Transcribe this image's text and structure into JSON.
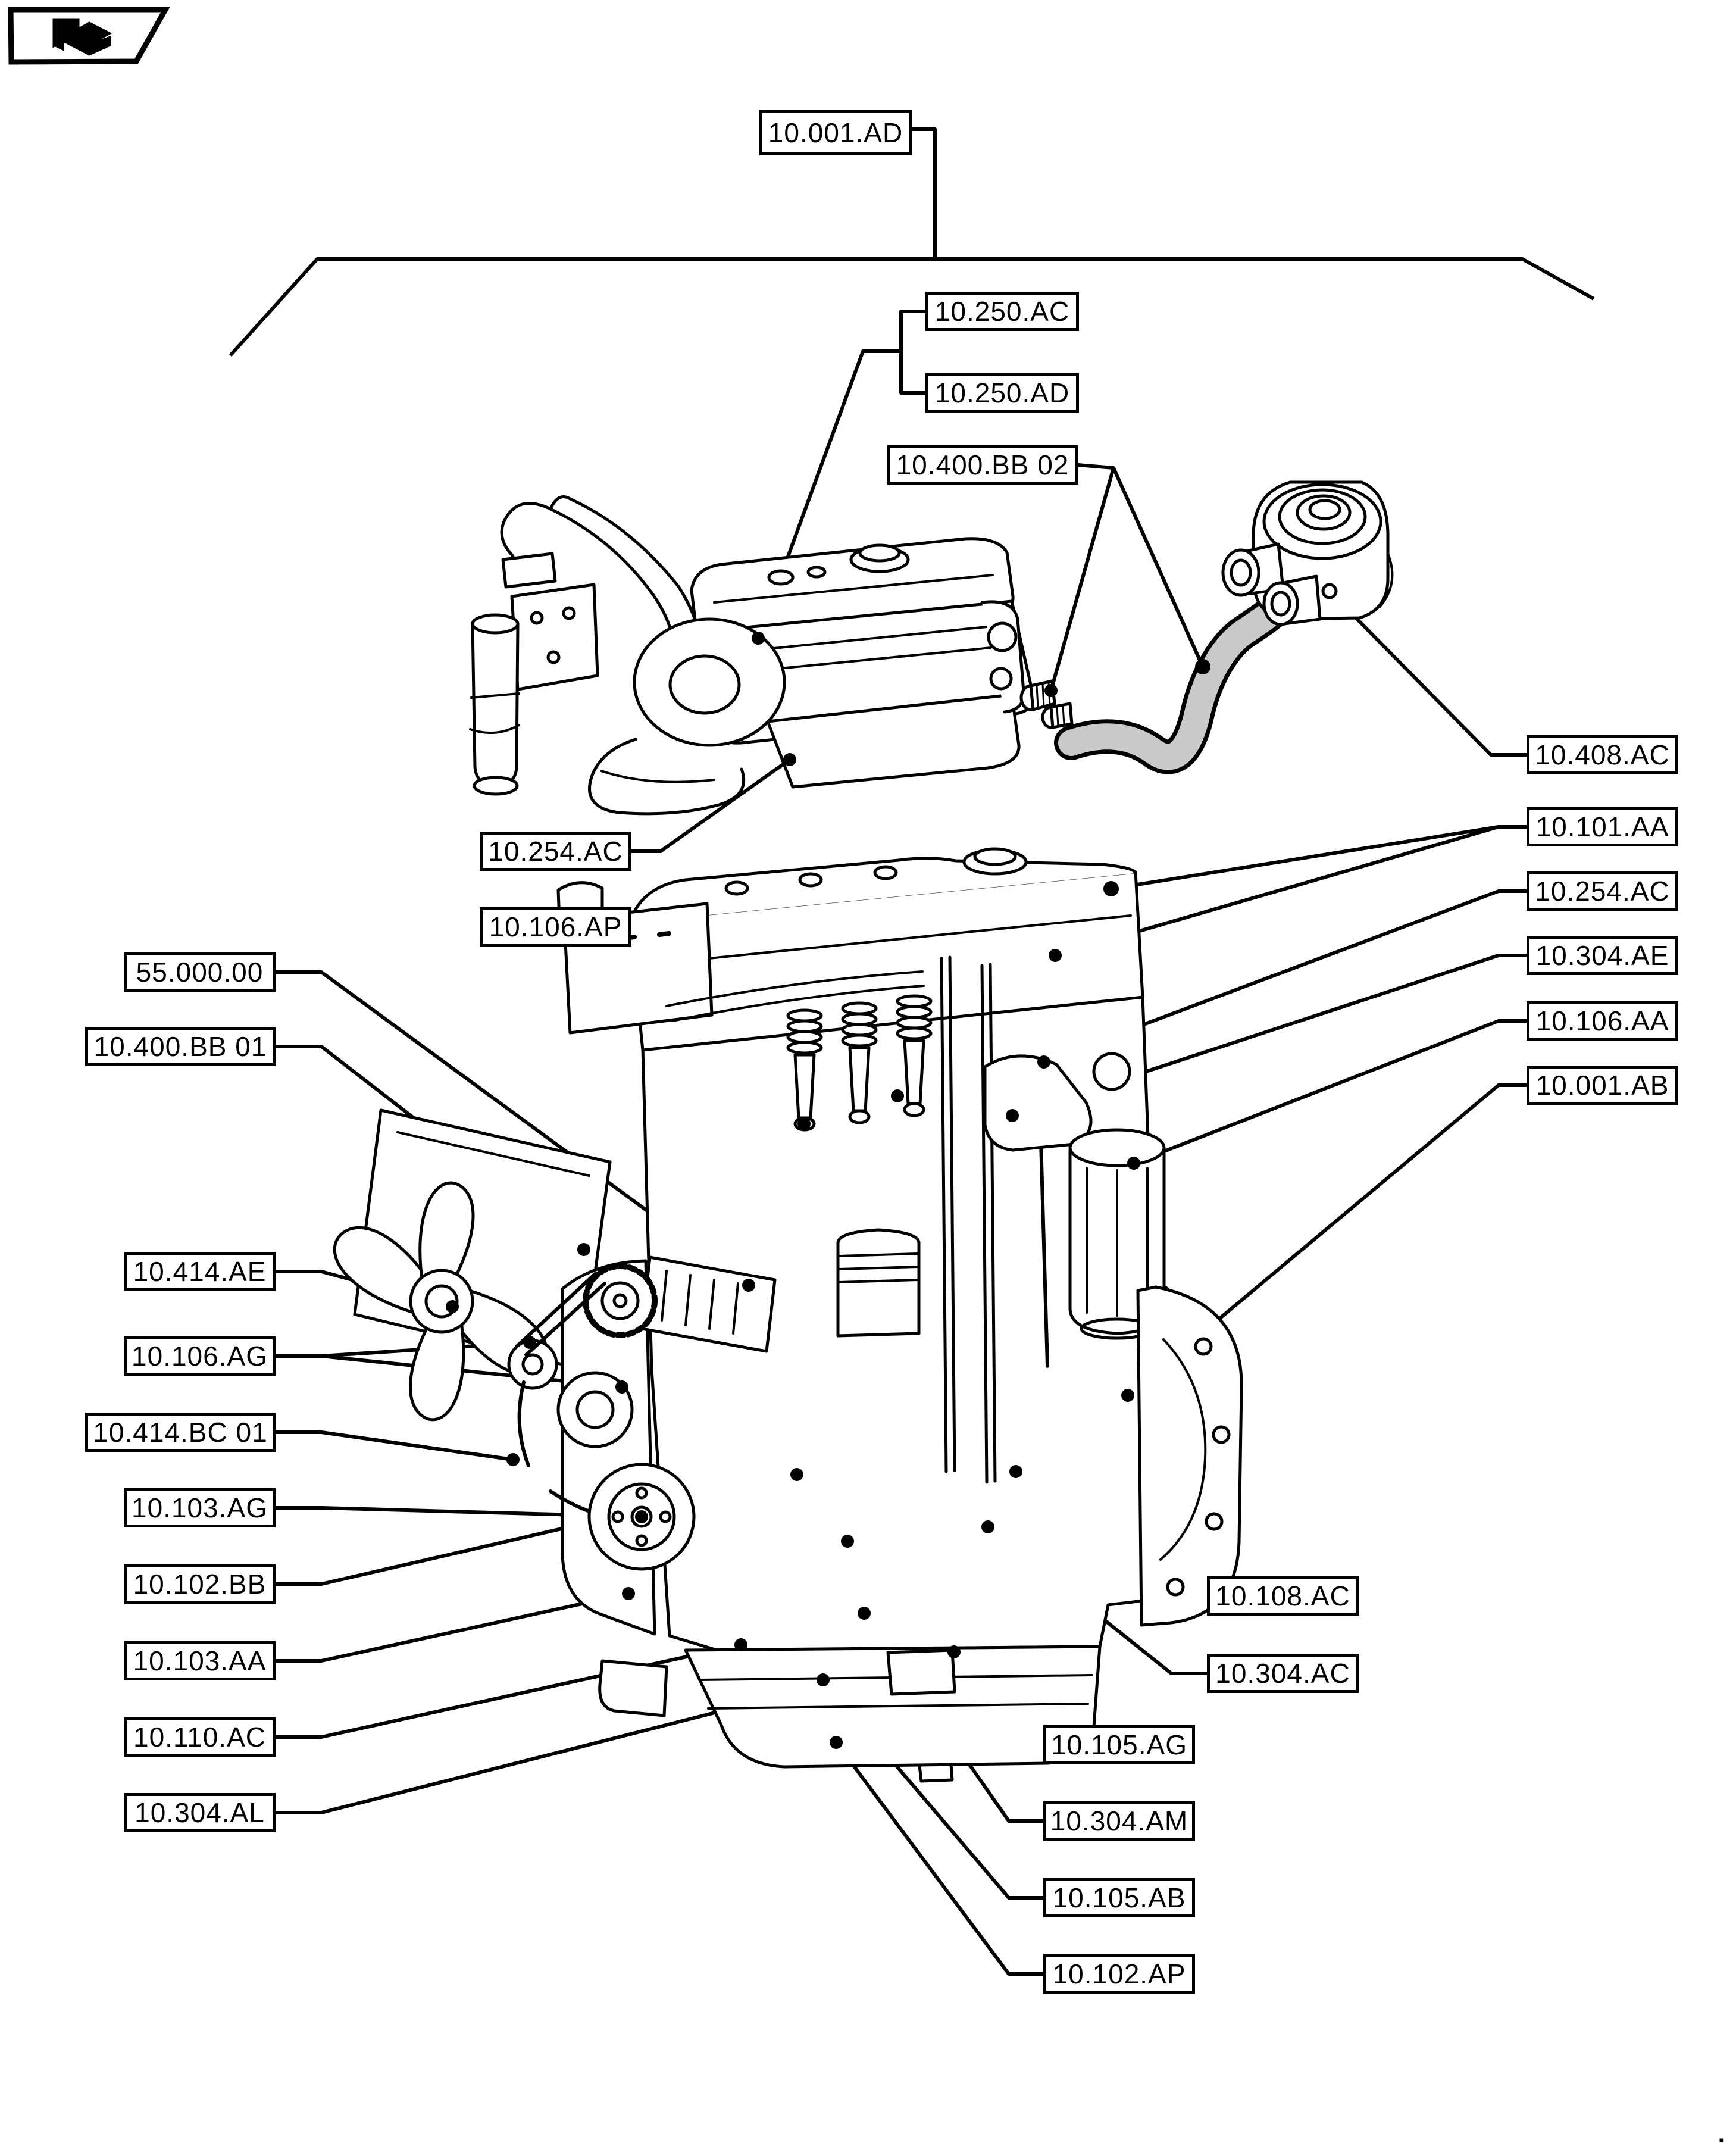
{
  "document": {
    "kind": "engine parts exploded diagram page"
  },
  "icon": {
    "name": "prev-section-arrow-icon"
  },
  "colors": {
    "line": "#000000",
    "label_background": "#ffffff",
    "hose_highlight_fill": "#c9c9c9"
  },
  "labels": [
    {
      "id": "10.001.AD",
      "text": "10.001.AD"
    },
    {
      "id": "10.250.AC",
      "text": "10.250.AC"
    },
    {
      "id": "10.250.AD",
      "text": "10.250.AD"
    },
    {
      "id": "10.400.BB 02",
      "text": "10.400.BB 02"
    },
    {
      "id": "10.408.AC",
      "text": "10.408.AC"
    },
    {
      "id": "10.101.AA",
      "text": "10.101.AA"
    },
    {
      "id": "10.254.AC",
      "text": "10.254.AC"
    },
    {
      "id": "10.304.AE",
      "text": "10.304.AE"
    },
    {
      "id": "10.106.AA",
      "text": "10.106.AA"
    },
    {
      "id": "10.001.AB",
      "text": "10.001.AB"
    },
    {
      "id": "10.254.AC",
      "text": "10.254.AC"
    },
    {
      "id": "10.106.AP",
      "text": "10.106.AP"
    },
    {
      "id": "55.000.00",
      "text": "55.000.00"
    },
    {
      "id": "10.400.BB 01",
      "text": "10.400.BB 01"
    },
    {
      "id": "10.414.AE",
      "text": "10.414.AE"
    },
    {
      "id": "10.106.AG",
      "text": "10.106.AG"
    },
    {
      "id": "10.414.BC 01",
      "text": "10.414.BC 01"
    },
    {
      "id": "10.103.AG",
      "text": "10.103.AG"
    },
    {
      "id": "10.102.BB",
      "text": "10.102.BB"
    },
    {
      "id": "10.103.AA",
      "text": "10.103.AA"
    },
    {
      "id": "10.110.AC",
      "text": "10.110.AC"
    },
    {
      "id": "10.304.AL",
      "text": "10.304.AL"
    },
    {
      "id": "10.108.AC",
      "text": "10.108.AC"
    },
    {
      "id": "10.304.AC",
      "text": "10.304.AC"
    },
    {
      "id": "10.105.AG",
      "text": "10.105.AG"
    },
    {
      "id": "10.304.AM",
      "text": "10.304.AM"
    },
    {
      "id": "10.105.AB",
      "text": "10.105.AB"
    },
    {
      "id": "10.102.AP",
      "text": "10.102.AP"
    }
  ],
  "footer": {
    "corner_mark": "."
  }
}
